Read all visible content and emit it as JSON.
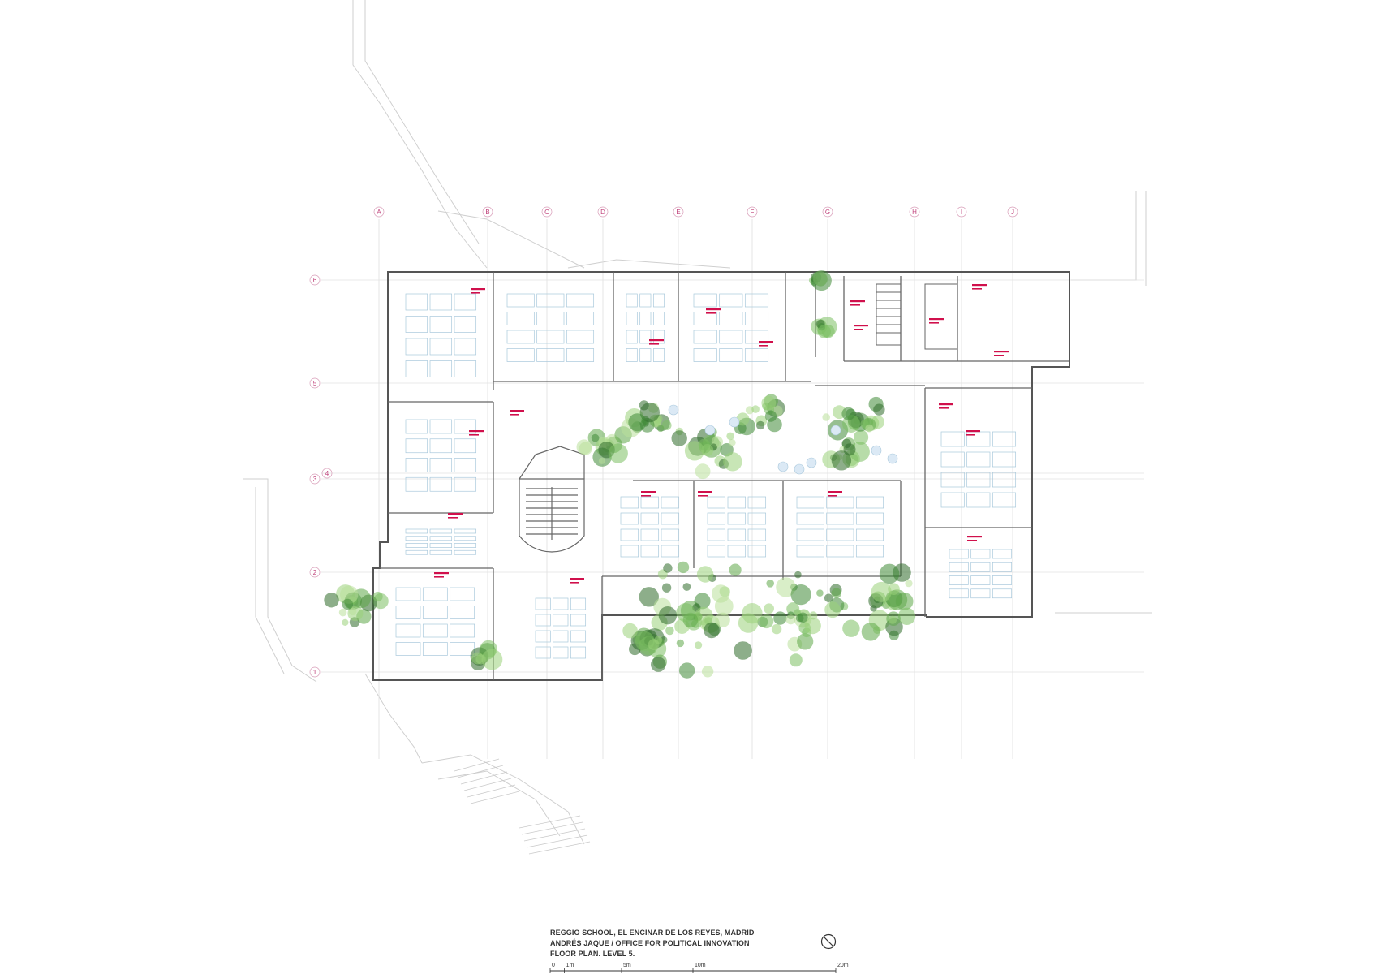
{
  "drawing": {
    "title_lines": [
      "REGGIO SCHOOL, EL ENCINAR DE LOS REYES, MADRID",
      "ANDRÉS JAQUE / OFFICE FOR POLITICAL INNOVATION",
      "FLOOR PLAN. LEVEL 5."
    ],
    "grid_columns": [
      "A",
      "B",
      "C",
      "D",
      "E",
      "F",
      "G",
      "H",
      "I",
      "J"
    ],
    "grid_rows": [
      "6",
      "5",
      "4",
      "3",
      "2",
      "1"
    ],
    "scale_bar": {
      "labels": [
        "0",
        "1m",
        "5m",
        "10m",
        "20m"
      ],
      "meters": [
        0,
        1,
        5,
        10,
        20
      ]
    },
    "north_arrow": "north-arrow-icon",
    "colors": {
      "walls": "#555555",
      "grid": "#d8d8d8",
      "furniture": "#a9c8dc",
      "room_tags": "#d0104c",
      "grid_labels": "#c0407a",
      "vegetation_light": "#9bd27a",
      "vegetation_dark": "#2f6b2a"
    }
  }
}
